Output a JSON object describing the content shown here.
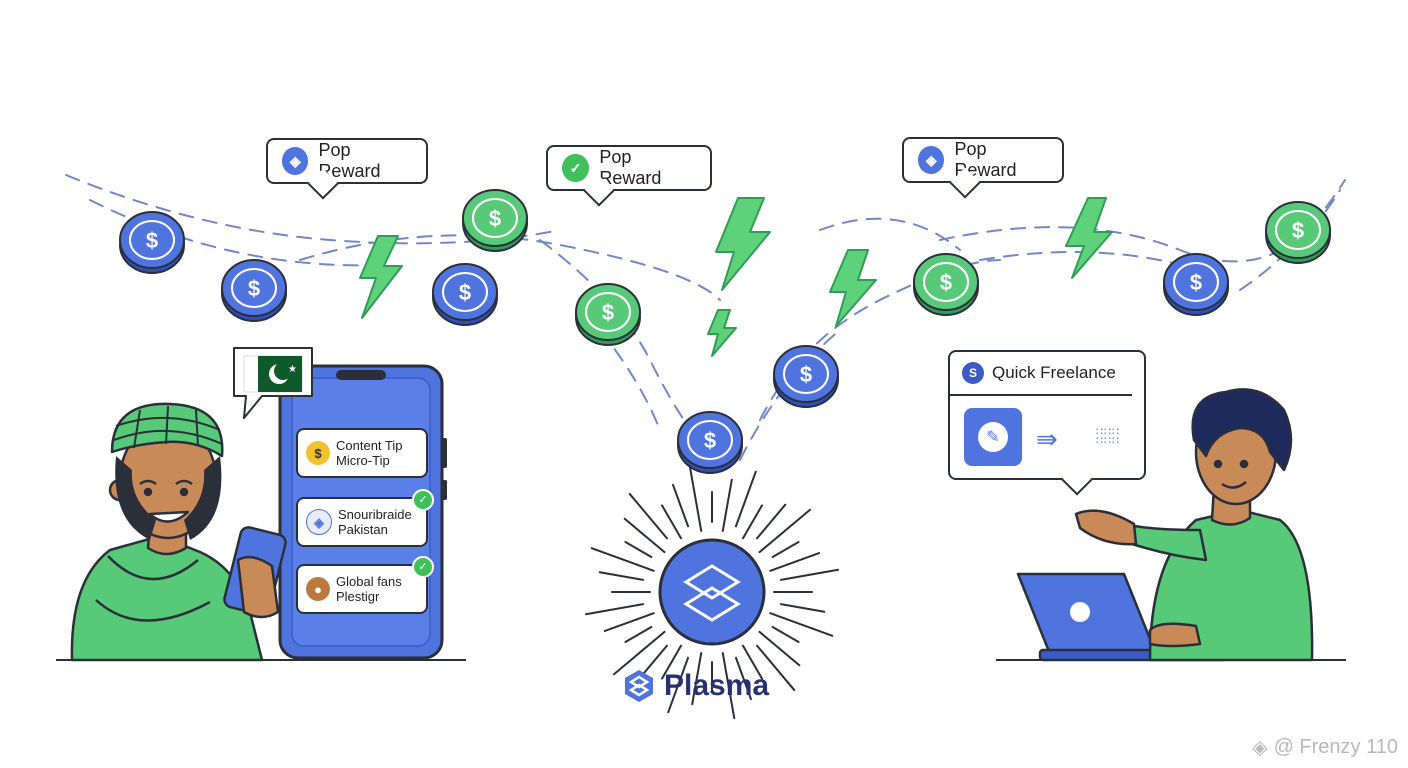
{
  "rewards": [
    {
      "label": "Pop Reward",
      "icon": "plasma-logo-icon"
    },
    {
      "label": "Pop Reward",
      "icon": "checkmark-icon"
    },
    {
      "label": "Pop Reward",
      "icon": "plasma-logo-icon"
    }
  ],
  "phone_messages": [
    {
      "line1": "Content Tip",
      "line2": "Micro-Tip",
      "icon": "dollar-coin-icon",
      "checked": false
    },
    {
      "line1": "Snouribraide",
      "line2": "Pakistan",
      "icon": "plasma-logo-icon",
      "checked": true
    },
    {
      "line1": "Global fans",
      "line2": "Plestigr",
      "icon": "avatar-icon",
      "checked": true
    }
  ],
  "freelance": {
    "title": "Quick Freelance",
    "icon": "plasma-s-icon"
  },
  "coin_symbol": "$",
  "brand": {
    "name": "Plasma"
  },
  "watermark": {
    "text": "@ Frenzy 110"
  },
  "colors": {
    "blue": "#4f74de",
    "blue_dark": "#2f4fb8",
    "green": "#57c978",
    "green_dark": "#2f9d55",
    "outline": "#2b2f3a",
    "brand_text": "#26316f"
  }
}
